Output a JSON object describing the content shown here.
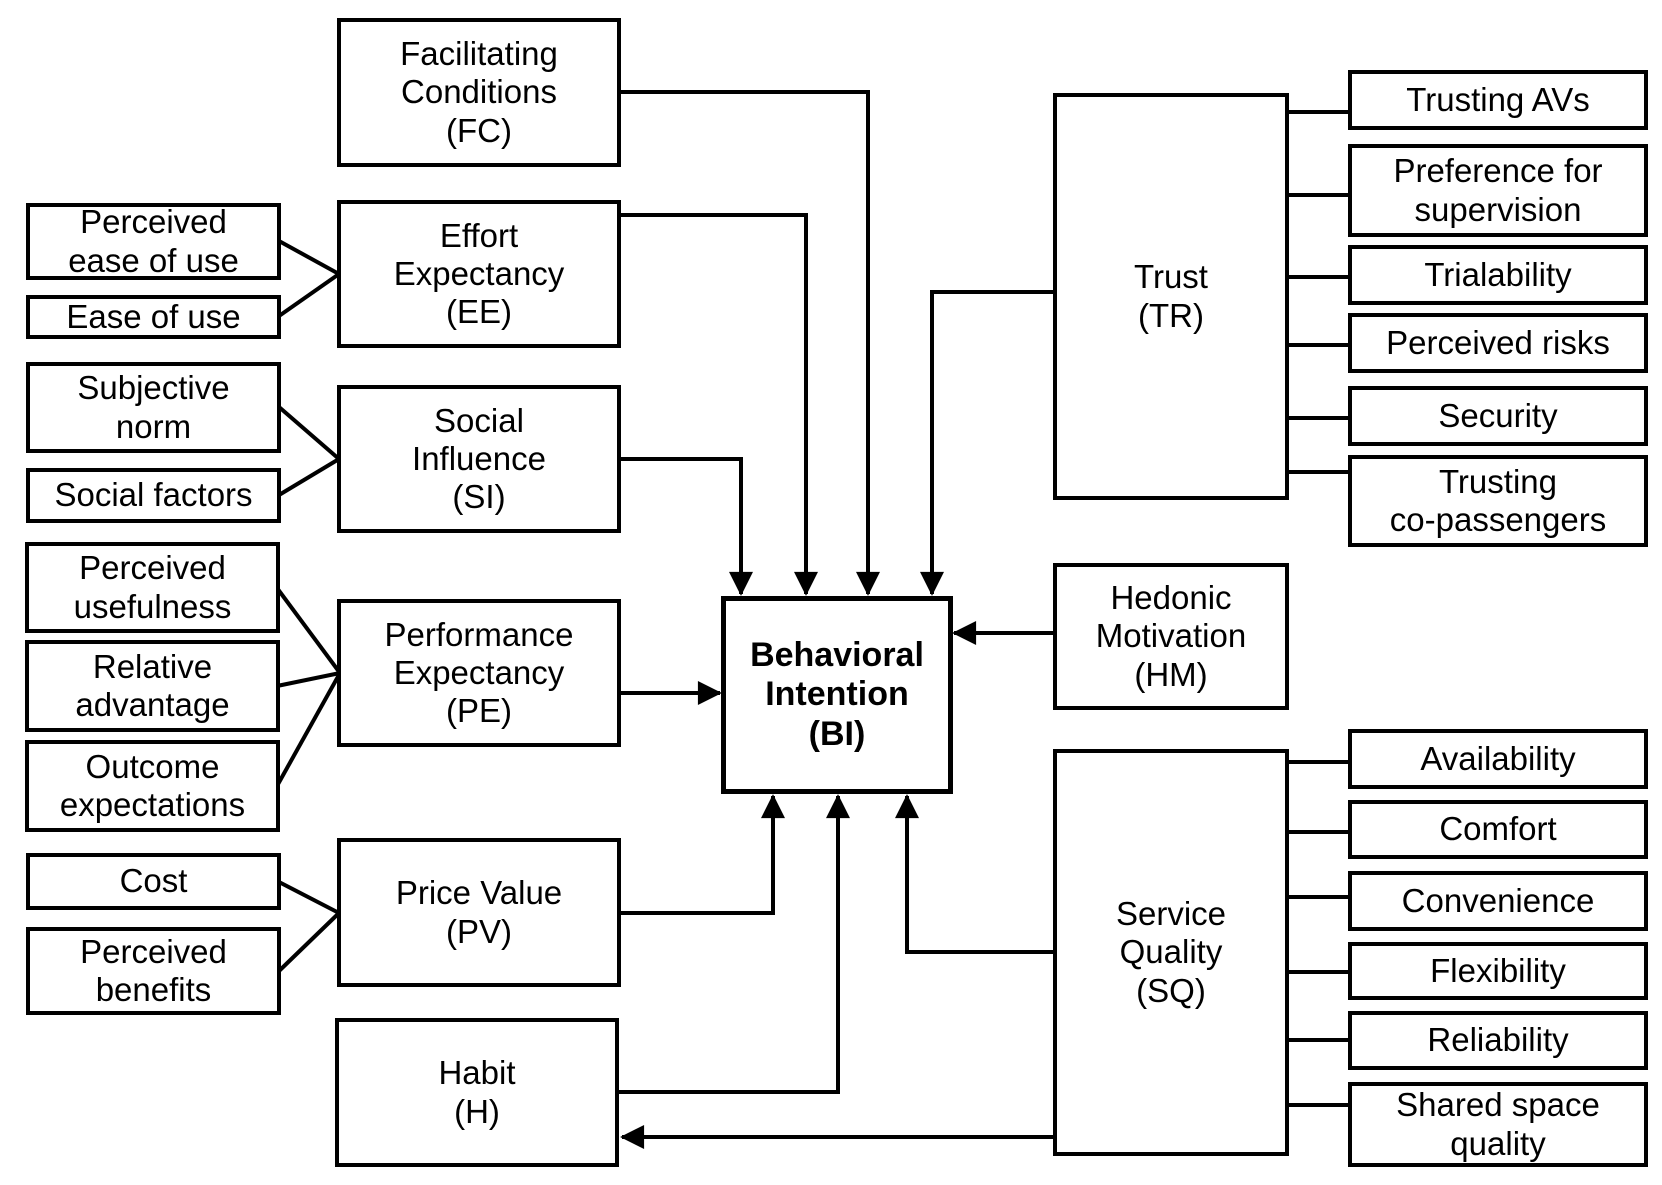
{
  "model": {
    "dependent": {
      "id": "BI",
      "label": [
        "Behavioral",
        "Intention",
        "(BI)"
      ]
    },
    "constructs": [
      {
        "id": "FC",
        "label": [
          "Facilitating",
          "Conditions",
          "(FC)"
        ]
      },
      {
        "id": "EE",
        "label": [
          "Effort",
          "Expectancy",
          "(EE)"
        ]
      },
      {
        "id": "SI",
        "label": [
          "Social",
          "Influence",
          "(SI)"
        ]
      },
      {
        "id": "PE",
        "label": [
          "Performance",
          "Expectancy",
          "(PE)"
        ]
      },
      {
        "id": "PV",
        "label": [
          "Price Value",
          "(PV)"
        ]
      },
      {
        "id": "H",
        "label": [
          "Habit",
          "(H)"
        ]
      }
    ],
    "right_constructs": [
      {
        "id": "TR",
        "label": [
          "Trust",
          "(TR)"
        ]
      },
      {
        "id": "HM",
        "label": [
          "Hedonic",
          "Motivation",
          "(HM)"
        ]
      },
      {
        "id": "SQ",
        "label": [
          "Service",
          "Quality",
          "(SQ)"
        ]
      }
    ],
    "left_indicators": [
      {
        "target": "EE",
        "label": [
          "Perceived",
          "ease of use"
        ]
      },
      {
        "target": "EE",
        "label": [
          "Ease of use"
        ]
      },
      {
        "target": "SI",
        "label": [
          "Subjective",
          "norm"
        ]
      },
      {
        "target": "SI",
        "label": [
          "Social factors"
        ]
      },
      {
        "target": "PE",
        "label": [
          "Perceived",
          "usefulness"
        ]
      },
      {
        "target": "PE",
        "label": [
          "Relative",
          "advantage"
        ]
      },
      {
        "target": "PE",
        "label": [
          "Outcome",
          "expectations"
        ]
      },
      {
        "target": "PV",
        "label": [
          "Cost"
        ]
      },
      {
        "target": "PV",
        "label": [
          "Perceived",
          "benefits"
        ]
      }
    ],
    "trust_indicators": [
      {
        "label": [
          "Trusting AVs"
        ]
      },
      {
        "label": [
          "Preference for",
          "supervision"
        ]
      },
      {
        "label": [
          "Trialability"
        ]
      },
      {
        "label": [
          "Perceived risks"
        ]
      },
      {
        "label": [
          "Security"
        ]
      },
      {
        "label": [
          "Trusting",
          "co-passengers"
        ]
      }
    ],
    "sq_indicators": [
      {
        "label": [
          "Availability"
        ]
      },
      {
        "label": [
          "Comfort"
        ]
      },
      {
        "label": [
          "Convenience"
        ]
      },
      {
        "label": [
          "Flexibility"
        ]
      },
      {
        "label": [
          "Reliability"
        ]
      },
      {
        "label": [
          "Shared space",
          "quality"
        ]
      }
    ],
    "edges": [
      {
        "from": "FC",
        "to": "BI"
      },
      {
        "from": "EE",
        "to": "BI"
      },
      {
        "from": "SI",
        "to": "BI"
      },
      {
        "from": "TR",
        "to": "BI"
      },
      {
        "from": "PE",
        "to": "BI"
      },
      {
        "from": "HM",
        "to": "BI"
      },
      {
        "from": "PV",
        "to": "BI"
      },
      {
        "from": "H",
        "to": "BI"
      },
      {
        "from": "SQ",
        "to": "BI"
      },
      {
        "from": "SQ",
        "to": "H"
      }
    ],
    "colors": {
      "ink": "#000000",
      "background": "#ffffff"
    }
  }
}
